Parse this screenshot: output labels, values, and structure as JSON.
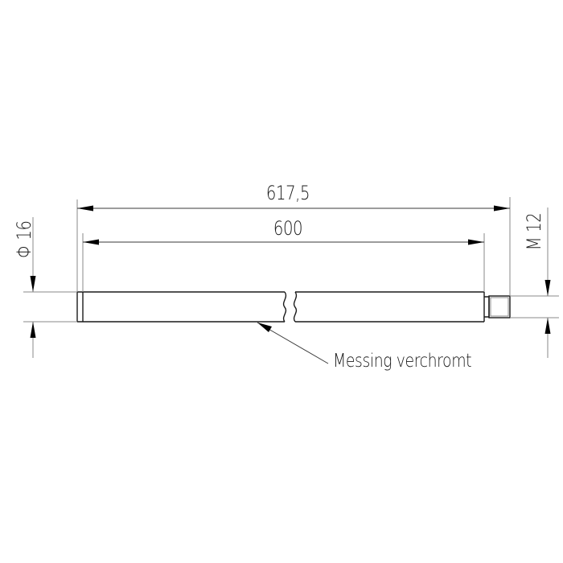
{
  "drawing": {
    "type": "technical-drawing",
    "subject": "chrome-plated brass rod with threaded end",
    "dimensions": {
      "overall_length": "617,5",
      "body_length": "600",
      "diameter": "Φ 16",
      "thread": "M 12"
    },
    "annotation": {
      "material": "Messing verchromt"
    },
    "colors": {
      "line": "#1a1a1a",
      "dimension_line": "#3a3a3a",
      "extension_line": "#8a8a8a",
      "background": "#ffffff"
    }
  }
}
